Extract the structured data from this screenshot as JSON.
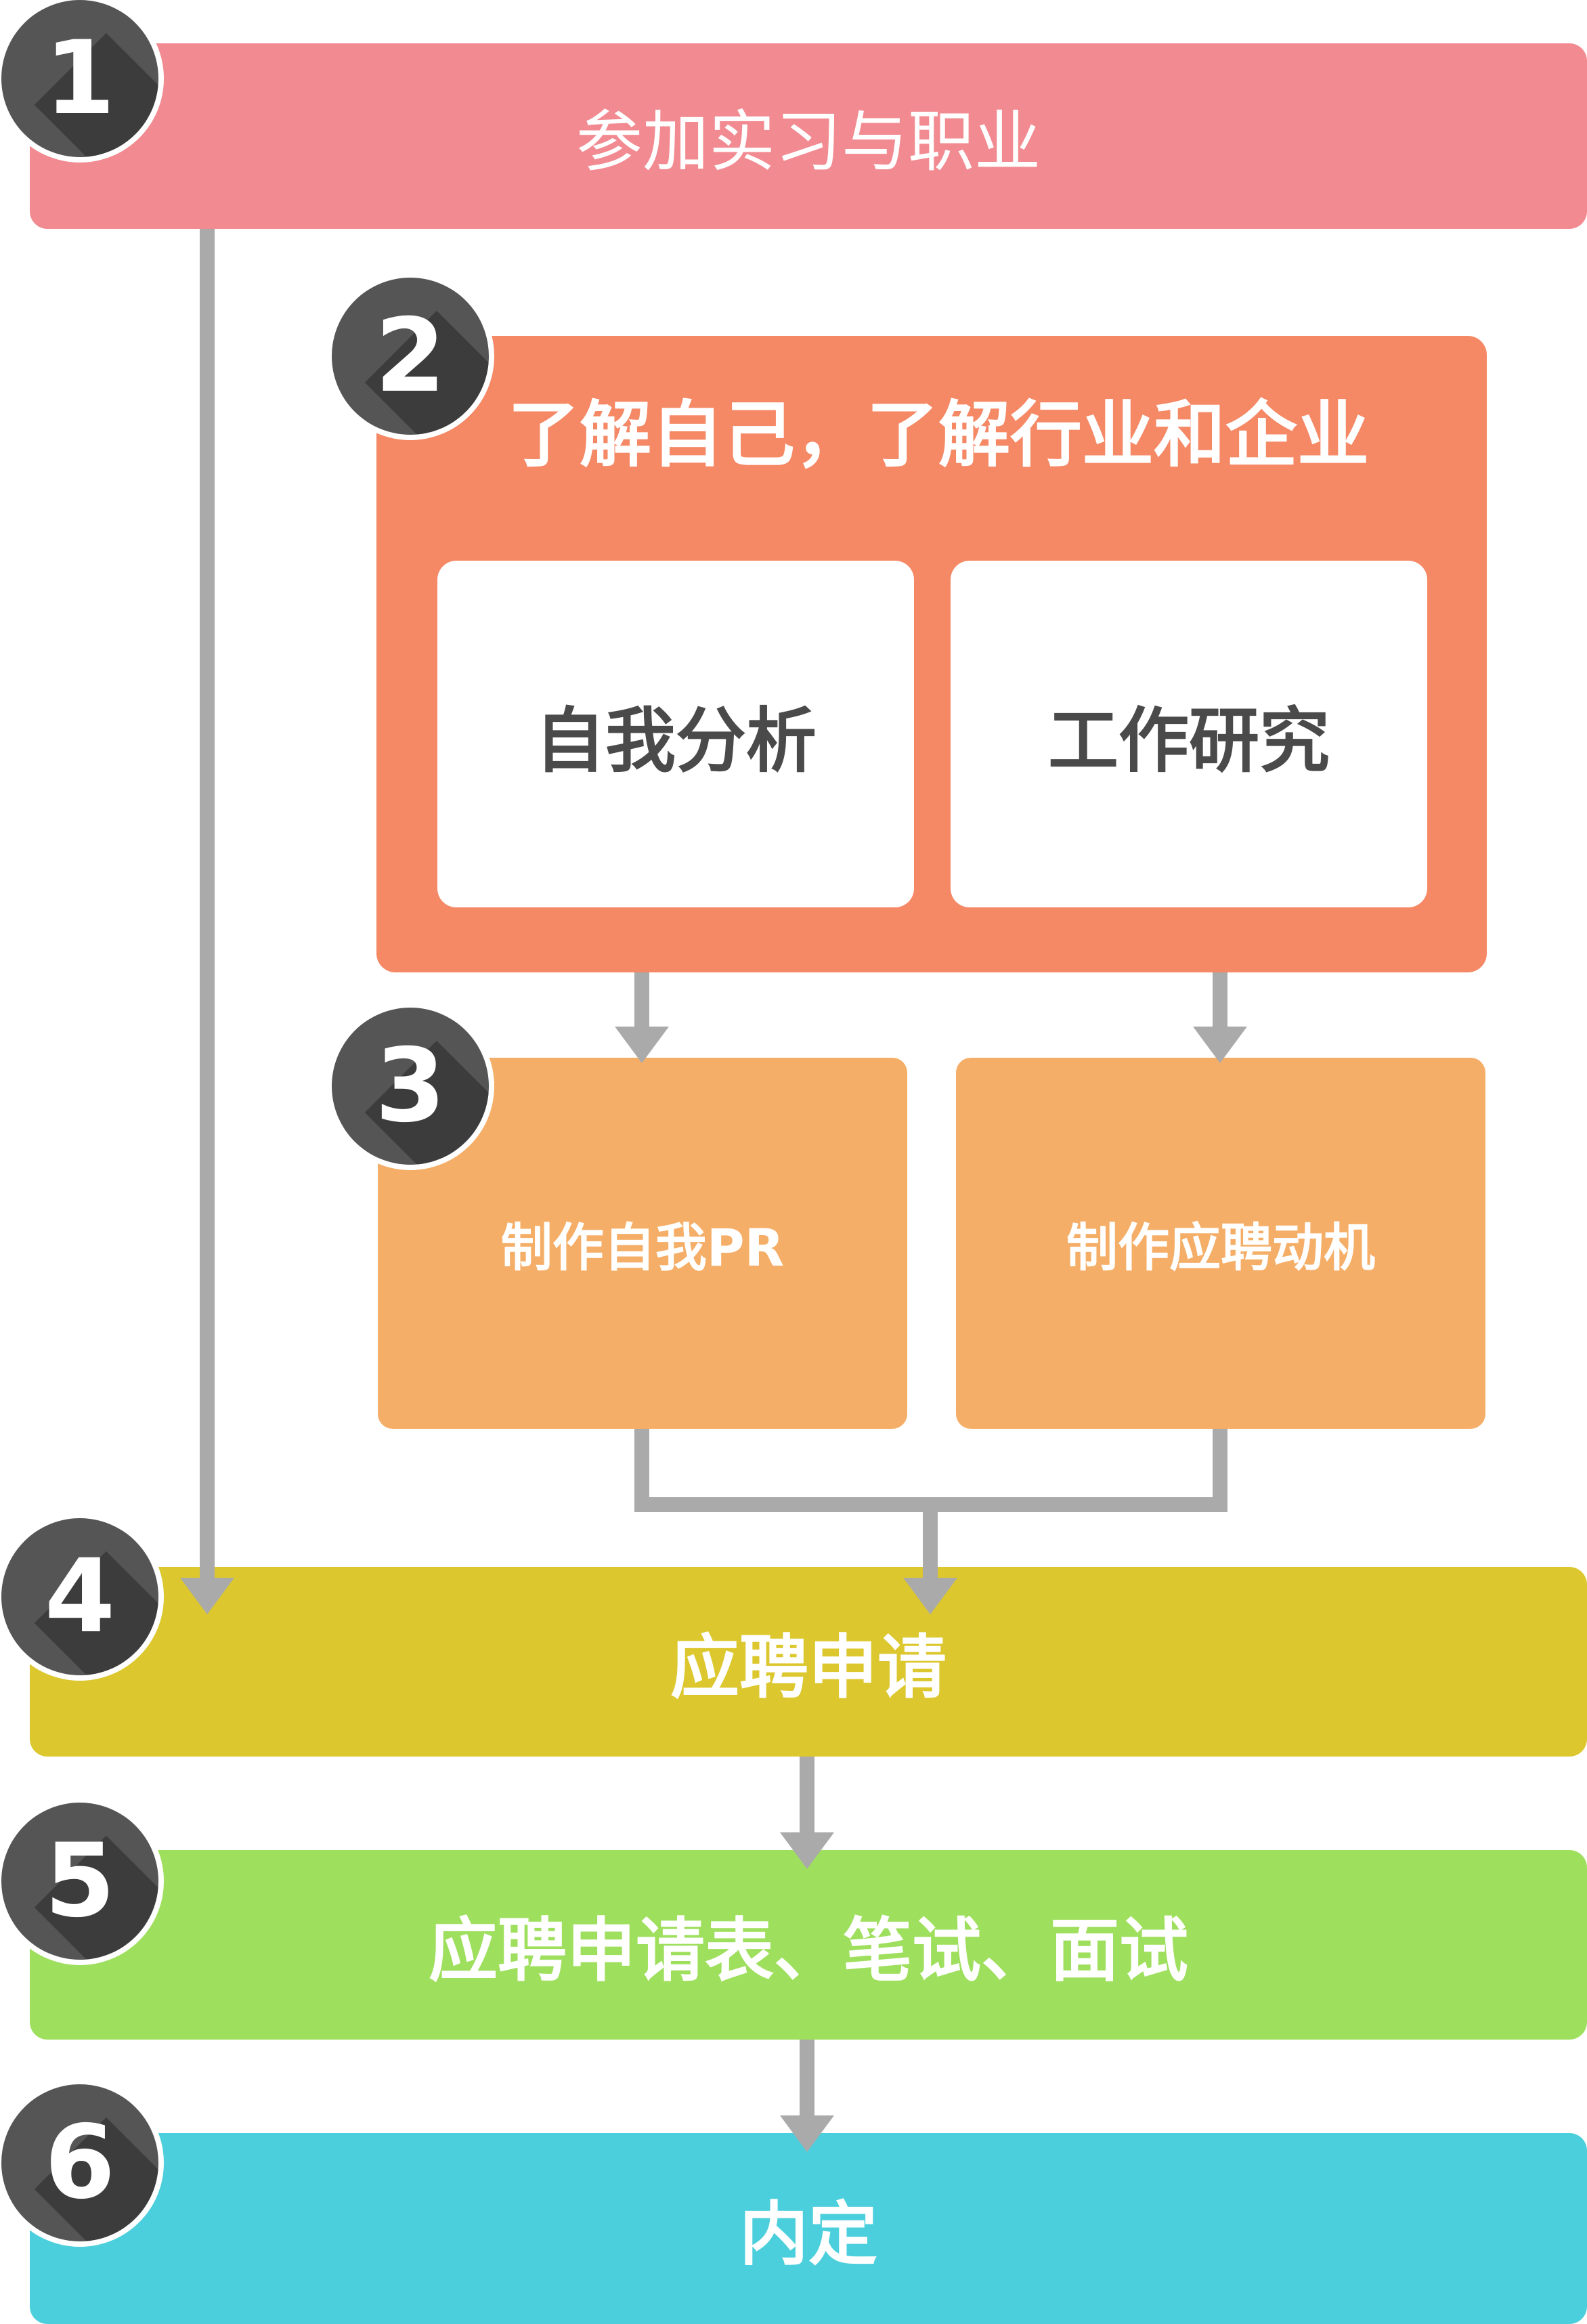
{
  "steps": [
    {
      "number": "1",
      "label": "参加实习与职业",
      "color": "#f28b91"
    },
    {
      "number": "2",
      "label": "了解自己，了解行业和企业",
      "color": "#f58865"
    },
    {
      "number": "3",
      "color": "#f5ae67"
    },
    {
      "number": "4",
      "label": "应聘申请",
      "color": "#dcc72e"
    },
    {
      "number": "5",
      "label": "应聘申请表、笔试、面试",
      "color": "#9fdf5e"
    },
    {
      "number": "6",
      "label": "内定",
      "color": "#4ccfdc"
    }
  ],
  "step2_items": [
    "自我分析",
    "工作研究"
  ],
  "step3_items": [
    "制作自我PR",
    "制作应聘动机"
  ],
  "colors": {
    "badge": "#555555",
    "connector": "#aaaaaa",
    "card_text": "#4a4a4a"
  }
}
